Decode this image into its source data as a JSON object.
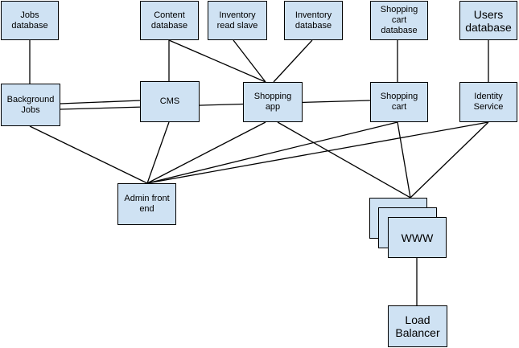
{
  "nodes": {
    "jobs_db": "Jobs\ndatabase",
    "content_db": "Content\ndatabase",
    "inventory_read_slave": "Inventory\nread slave",
    "inventory_db": "Inventory\ndatabase",
    "shopping_cart_db": "Shopping\ncart\ndatabase",
    "users_db": "Users\ndatabase",
    "background_jobs": "Background\nJobs",
    "cms": "CMS",
    "shopping_app": "Shopping\napp",
    "shopping_cart": "Shopping\ncart",
    "identity_service": "Identity\nService",
    "admin_front_end": "Admin front\nend",
    "www": "WWW",
    "load_balancer": "Load\nBalancer"
  },
  "colors": {
    "node_fill": "#cfe2f3",
    "stroke": "#000000"
  }
}
